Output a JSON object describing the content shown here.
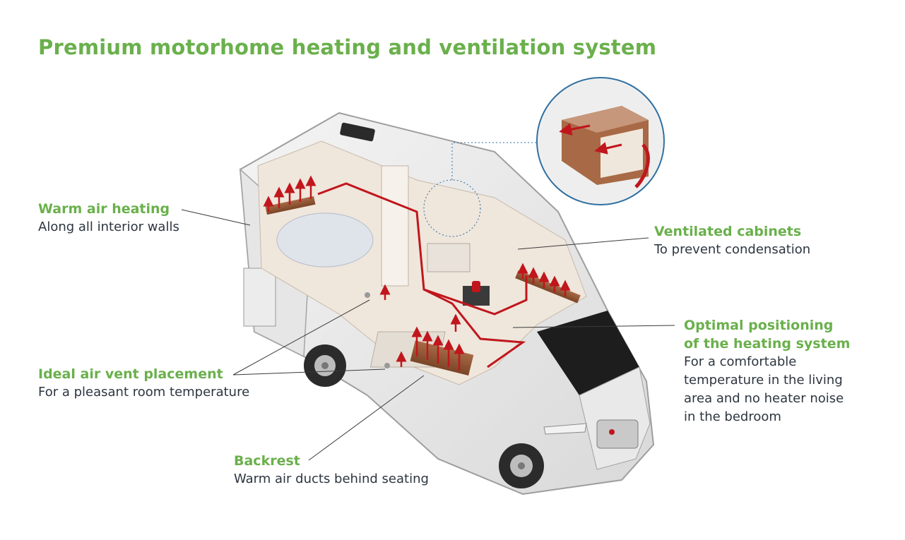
{
  "title": "Premium motorhome heating and ventilation system",
  "labels": {
    "warm_air": {
      "heading": "Warm air heating",
      "desc": "Along all interior walls"
    },
    "cabinets": {
      "heading": "Ventilated cabinets",
      "desc": "To prevent condensation"
    },
    "heater": {
      "heading_1": "Optimal positioning",
      "heading_2": "of the heating system",
      "desc_1": "For a comfortable",
      "desc_2": "temperature in the living",
      "desc_3": "area and no heater noise",
      "desc_4": "in the bedroom"
    },
    "vents": {
      "heading": "Ideal air vent placement",
      "desc": "For a pleasant room temperature"
    },
    "backrest": {
      "heading": "Backrest",
      "desc": "Warm air ducts behind seating"
    }
  },
  "colors": {
    "heading": "#6ab04c",
    "text": "#2d3540",
    "duct": "#c0161c",
    "detail_ring": "#2f6fa0"
  },
  "icons": [
    "red-airflow-arrow",
    "magnifier-detail-circle",
    "rooftop-vent-icon",
    "warm-air-duct-icon",
    "heater-unit-icon",
    "air-vent-icon"
  ]
}
